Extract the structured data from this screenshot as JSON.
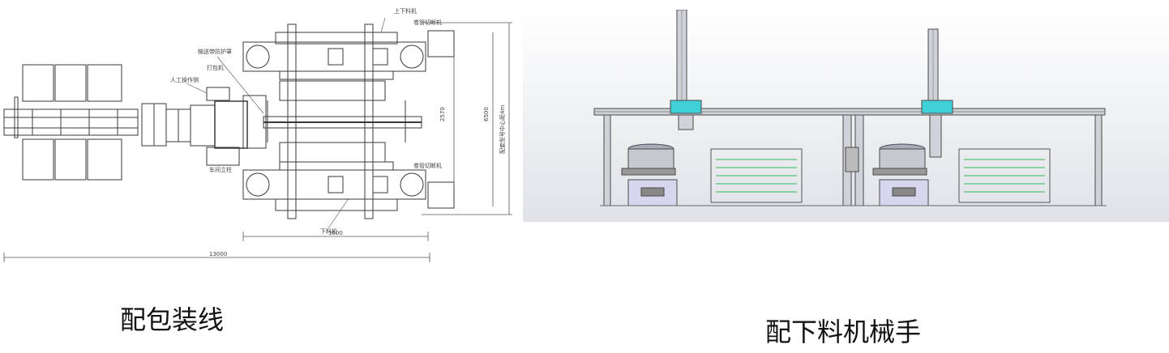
{
  "captions": {
    "packaging_line": "配包装线",
    "unloading_manipulator": "配下料机械手"
  },
  "left_drawing": {
    "labels": {
      "top_right_machine": "卷管切断机",
      "bottom_right_machine": "卷管切断机",
      "top_machine": "上下料机",
      "bottom_machine": "下料机",
      "conveyor_cover": "输送带防护罩",
      "manual_station": "人工操作侧",
      "printer": "打包机",
      "column": "车间立柱",
      "vertical_note": "配套型号中心距4m"
    },
    "dimensions": {
      "overall_length": "13000",
      "right_width": "5600",
      "inner_height": "2570",
      "outer_height": "6500"
    }
  },
  "colors": {
    "cad_line": "#3a3a3a",
    "cyan_carriage": "#3fd0d8",
    "green_rack": "#2fb85a",
    "viewport_bg": "#e8eaee",
    "lavender_base": "#d6d6ee"
  }
}
